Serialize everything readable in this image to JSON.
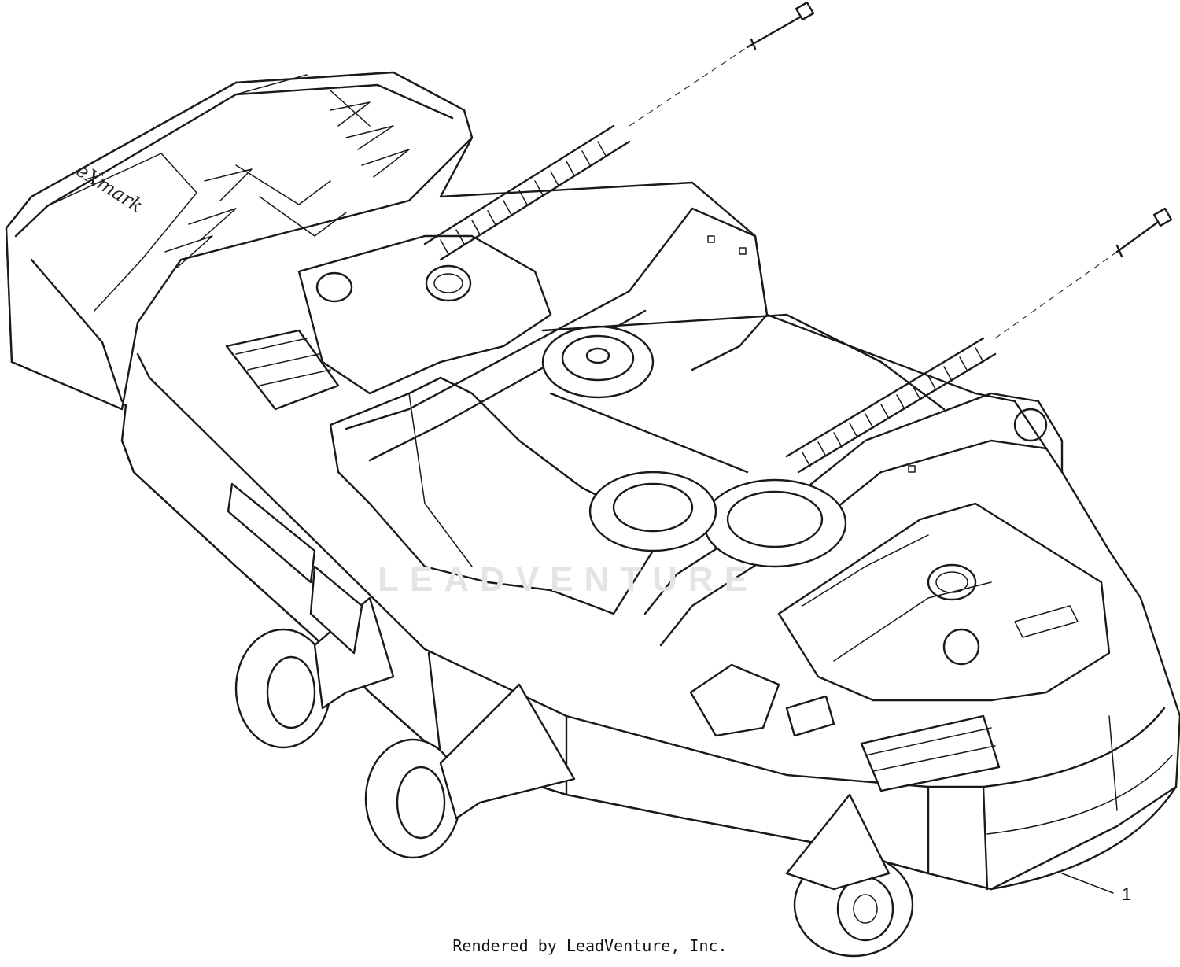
{
  "diagram": {
    "callouts": [
      {
        "label": "1"
      }
    ],
    "brand_mark": "eXmark",
    "watermark": "LEADVENTURE",
    "credit": "Rendered by LeadVenture, Inc."
  }
}
